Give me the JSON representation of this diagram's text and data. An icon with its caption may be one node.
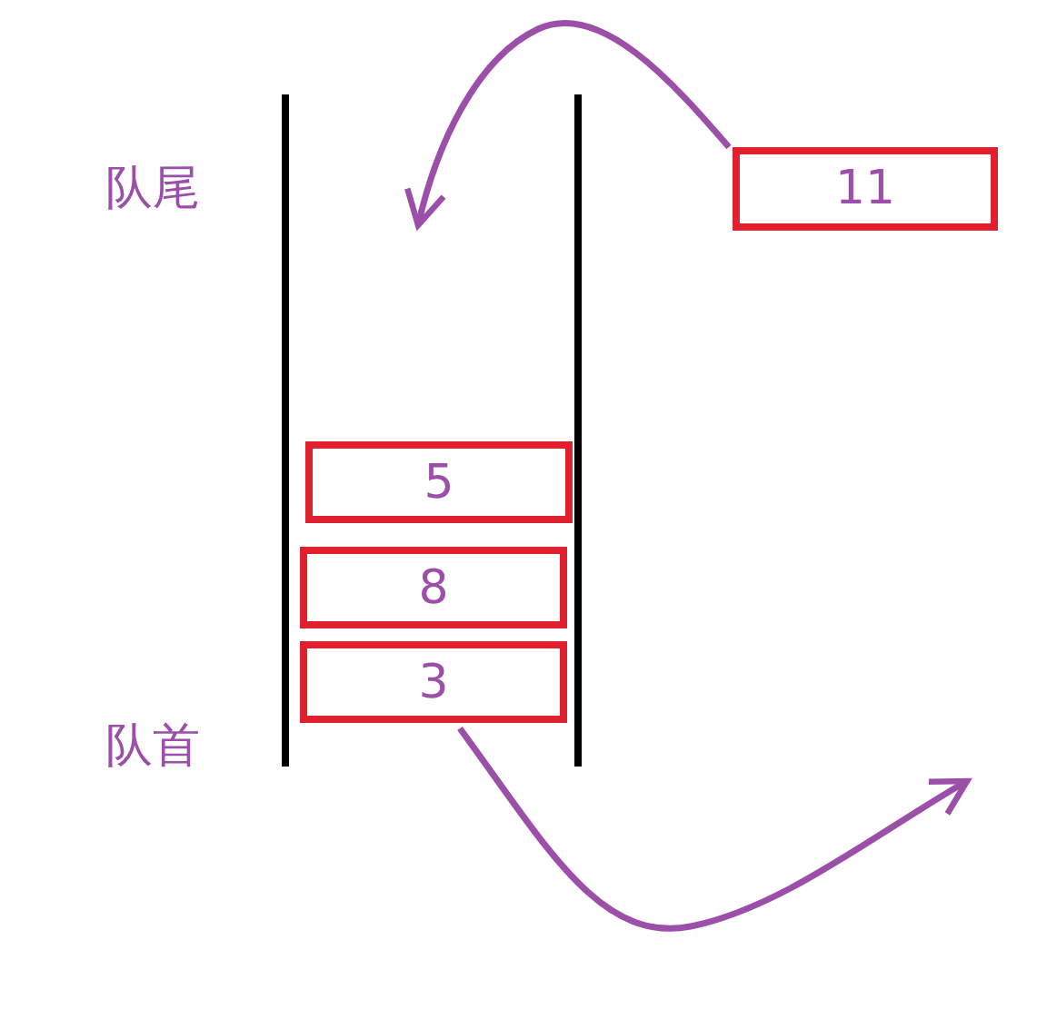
{
  "diagram": {
    "nodes": [
      {
        "text": [
          "11"
        ]
      },
      {
        "text": [
          "5"
        ]
      },
      {
        "text": [
          "8"
        ]
      },
      {
        "text": [
          "3"
        ]
      }
    ],
    "edges": [
      {
        "from": 0,
        "to": null,
        "arrow": "to"
      },
      {
        "from": 3,
        "to": null,
        "arrow": "to"
      }
    ],
    "labels": [
      "队尾",
      "队首"
    ]
  }
}
